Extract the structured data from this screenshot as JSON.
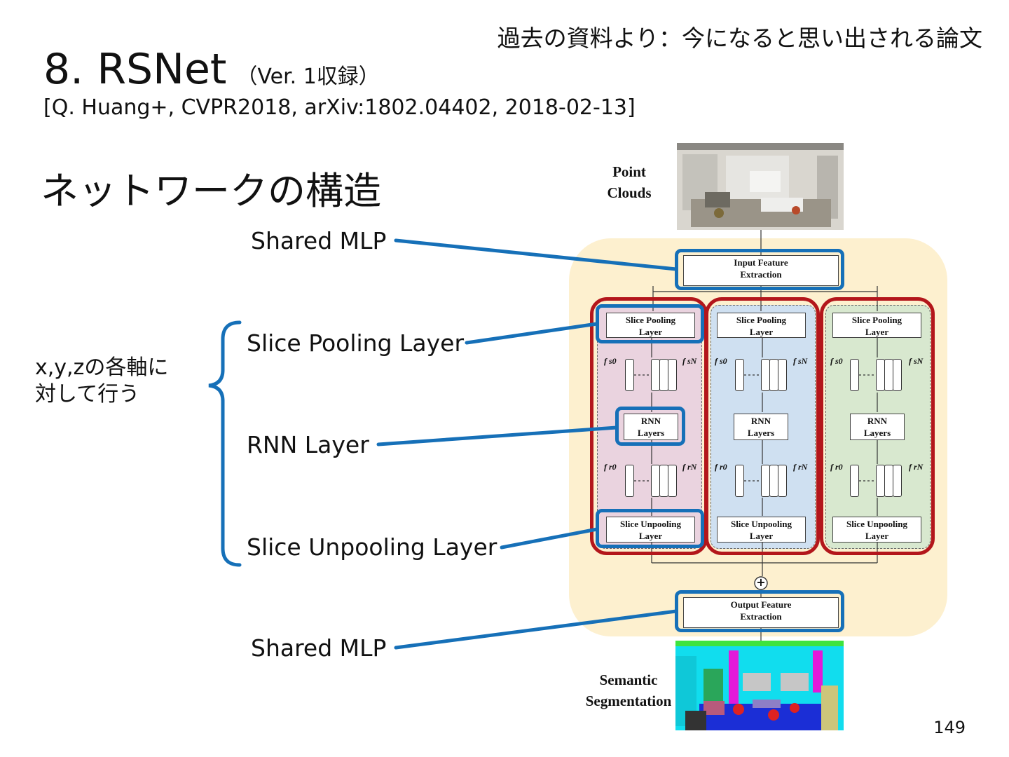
{
  "header": {
    "top_note": "過去の資料より：今になると思い出される論文",
    "title": "8. RSNet",
    "title_sub": "（Ver. 1収録）",
    "citation": "[Q. Huang+, CVPR2018, arXiv:1802.04402, 2018-02-13]"
  },
  "section_title": "ネットワークの構造",
  "labels": {
    "shared_mlp_top": "Shared MLP",
    "slice_pooling": "Slice Pooling Layer",
    "rnn": "RNN Layer",
    "slice_unpooling": "Slice Unpooling Layer",
    "shared_mlp_bottom": "Shared MLP",
    "axis_note_line1": "x,y,zの各軸に",
    "axis_note_line2": "対して行う"
  },
  "diagram": {
    "point_clouds_line1": "Point",
    "point_clouds_line2": "Clouds",
    "input_feature_line1": "Input Feature",
    "input_feature_line2": "Extraction",
    "slice_pooling_line1": "Slice Pooling",
    "slice_pooling_line2": "Layer",
    "rnn_line1": "RNN",
    "rnn_line2": "Layers",
    "slice_unpooling_line1": "Slice Unpooling",
    "slice_unpooling_line2": "Layer",
    "output_feature_line1": "Output Feature",
    "output_feature_line2": "Extraction",
    "semantic_line1": "Semantic",
    "semantic_line2": "Segmentation",
    "f_s0": "f s0",
    "f_sN": "f sN",
    "f_r0": "f r0",
    "f_rN": "f rN",
    "plus": "+",
    "column_colors": [
      "#ead3df",
      "#cfe0f1",
      "#d8e8cf"
    ],
    "outer_fill": "#fdf0cf",
    "highlight_blue": "#1670b8",
    "highlight_red": "#b3161b"
  },
  "page_number": "149"
}
